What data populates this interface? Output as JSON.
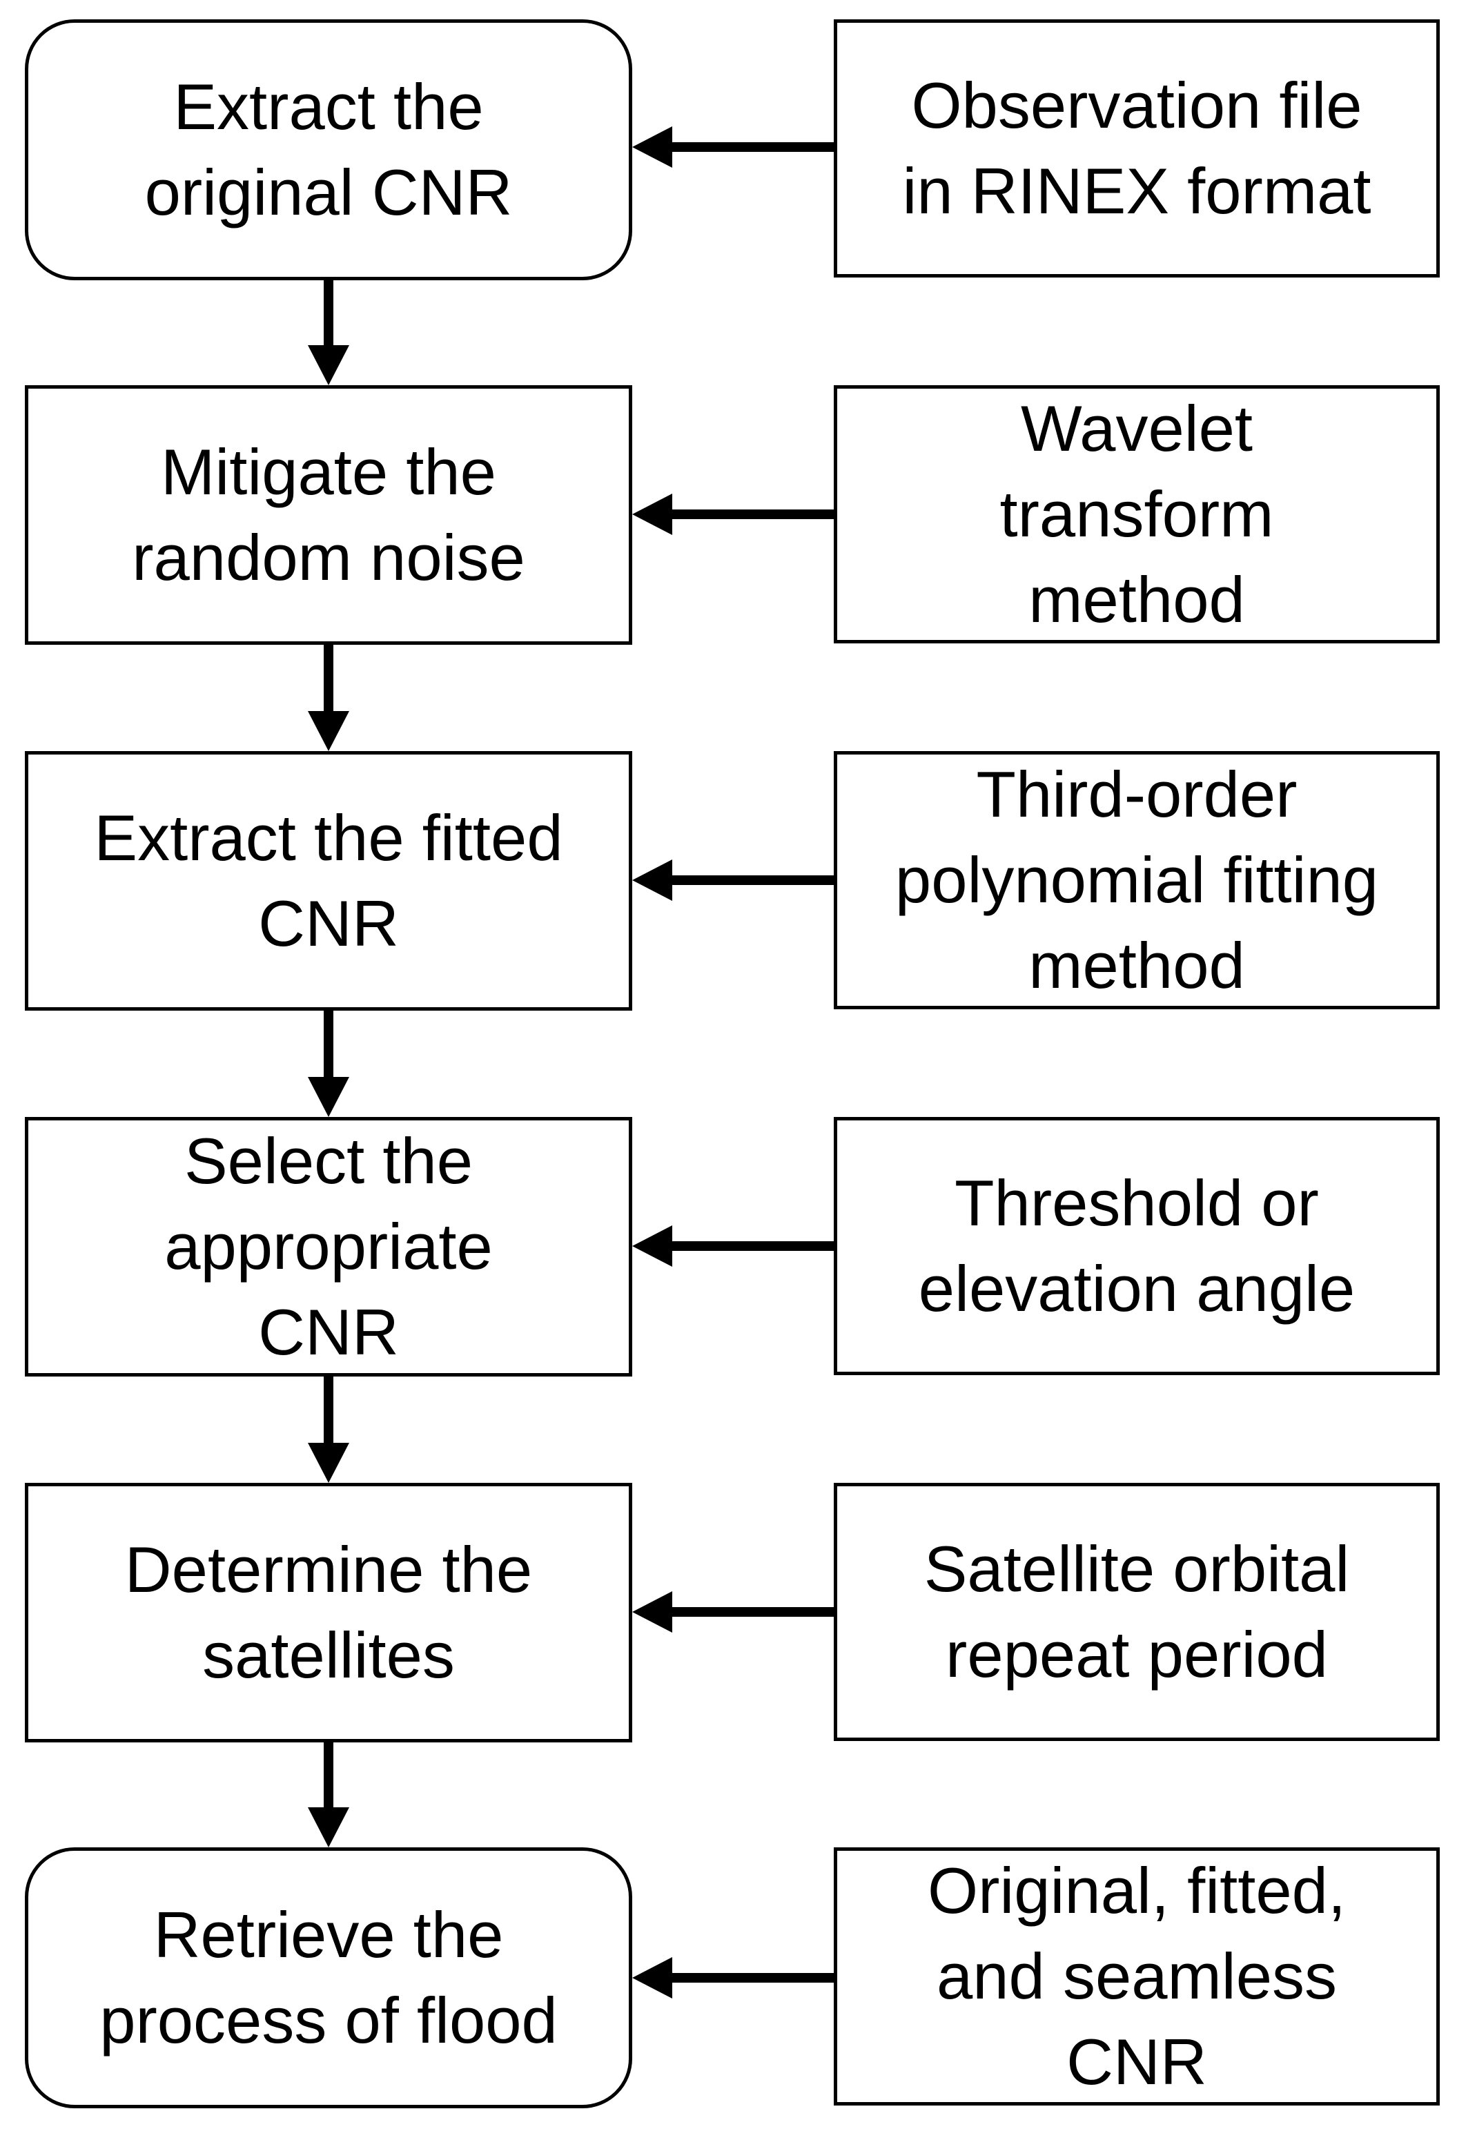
{
  "diagram": {
    "steps": [
      {
        "id": "step-1",
        "label": "Extract the\noriginal CNR",
        "shape": "rounded"
      },
      {
        "id": "step-2",
        "label": "Mitigate the\nrandom noise",
        "shape": "rect"
      },
      {
        "id": "step-3",
        "label": "Extract the fitted\nCNR",
        "shape": "rect"
      },
      {
        "id": "step-4",
        "label": "Select the\nappropriate\nCNR",
        "shape": "rect"
      },
      {
        "id": "step-5",
        "label": "Determine the\nsatellites",
        "shape": "rect"
      },
      {
        "id": "step-6",
        "label": "Retrieve the\nprocess of flood",
        "shape": "rounded"
      }
    ],
    "inputs": [
      {
        "id": "input-1",
        "label": "Observation file\nin RINEX format"
      },
      {
        "id": "input-2",
        "label": "Wavelet\ntransform\nmethod"
      },
      {
        "id": "input-3",
        "label": "Third-order\npolynomial fitting\nmethod"
      },
      {
        "id": "input-4",
        "label": "Threshold or\nelevation angle"
      },
      {
        "id": "input-5",
        "label": "Satellite orbital\nrepeat period"
      },
      {
        "id": "input-6",
        "label": "Original, fitted,\nand seamless\nCNR"
      }
    ],
    "colors": {
      "stroke": "#000000",
      "fill": "#ffffff",
      "text": "#000000"
    }
  }
}
